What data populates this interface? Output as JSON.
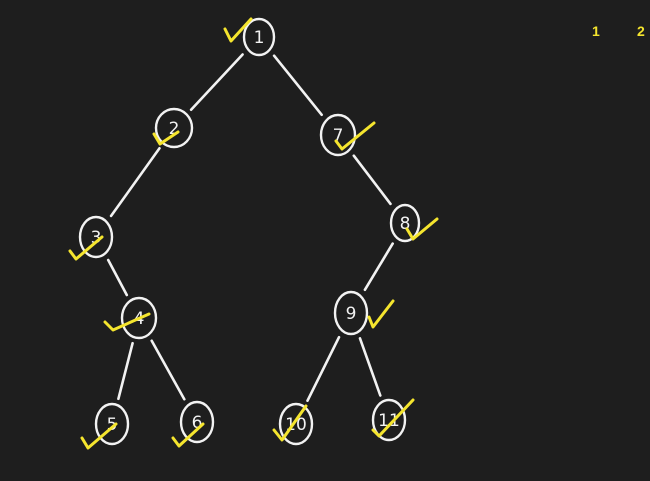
{
  "colors": {
    "background": "#1e1e1e",
    "ink": "#f2f2f2",
    "highlight": "#f5e52e"
  },
  "tree": {
    "nodes": [
      {
        "id": "n1",
        "label": "1",
        "checked": true
      },
      {
        "id": "n2",
        "label": "2",
        "checked": true
      },
      {
        "id": "n7",
        "label": "7",
        "checked": true
      },
      {
        "id": "n3",
        "label": "3",
        "checked": true
      },
      {
        "id": "n8",
        "label": "8",
        "checked": true
      },
      {
        "id": "n4",
        "label": "4",
        "checked": true
      },
      {
        "id": "n9",
        "label": "9",
        "checked": true
      },
      {
        "id": "n5",
        "label": "5",
        "checked": true
      },
      {
        "id": "n6",
        "label": "6",
        "checked": true
      },
      {
        "id": "n10",
        "label": "10",
        "checked": true
      },
      {
        "id": "n11",
        "label": "11",
        "checked": true
      }
    ],
    "edges": [
      [
        "n1",
        "n2"
      ],
      [
        "n1",
        "n7"
      ],
      [
        "n2",
        "n3"
      ],
      [
        "n3",
        "n4"
      ],
      [
        "n4",
        "n5"
      ],
      [
        "n4",
        "n6"
      ],
      [
        "n7",
        "n8"
      ],
      [
        "n8",
        "n9"
      ],
      [
        "n9",
        "n10"
      ],
      [
        "n9",
        "n11"
      ]
    ]
  },
  "corner_labels": [
    "1",
    "2"
  ]
}
